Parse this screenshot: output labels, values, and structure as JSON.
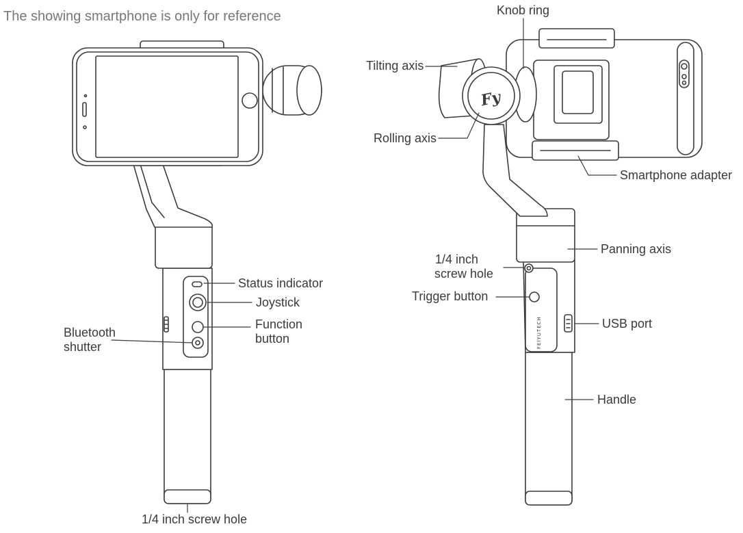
{
  "note": "The showing smartphone is only for reference",
  "labels": {
    "status_indicator": "Status indicator",
    "joystick": "Joystick",
    "function_button_l1": "Function",
    "function_button_l2": "button",
    "bluetooth_shutter_l1": "Bluetooth",
    "bluetooth_shutter_l2": "shutter",
    "screw_hole_bottom": "1/4 inch screw hole",
    "knob_ring": "Knob ring",
    "tilting_axis": "Tilting axis",
    "rolling_axis": "Rolling axis",
    "smartphone_adapter": "Smartphone adapter",
    "panning_axis": "Panning axis",
    "screw_hole_back_l1": "1/4 inch",
    "screw_hole_back_l2": "screw hole",
    "trigger_button": "Trigger button",
    "usb_port": "USB port",
    "handle": "Handle",
    "logo_text": "Fy",
    "brand_text": "FEIYUTECH"
  },
  "colors": {
    "line": "#3c3c3c",
    "text": "#3a3a3a",
    "note": "#777777",
    "fill": "#ffffff"
  }
}
